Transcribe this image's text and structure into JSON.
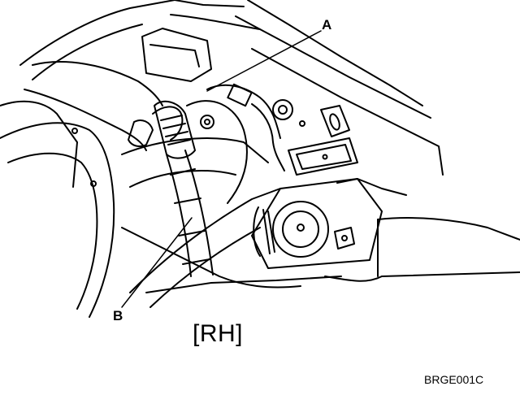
{
  "callouts": {
    "a": "A",
    "b": "B"
  },
  "side_label": "[RH]",
  "figure_code": "BRGE001C",
  "colors": {
    "line": "#000000",
    "background": "#ffffff"
  }
}
